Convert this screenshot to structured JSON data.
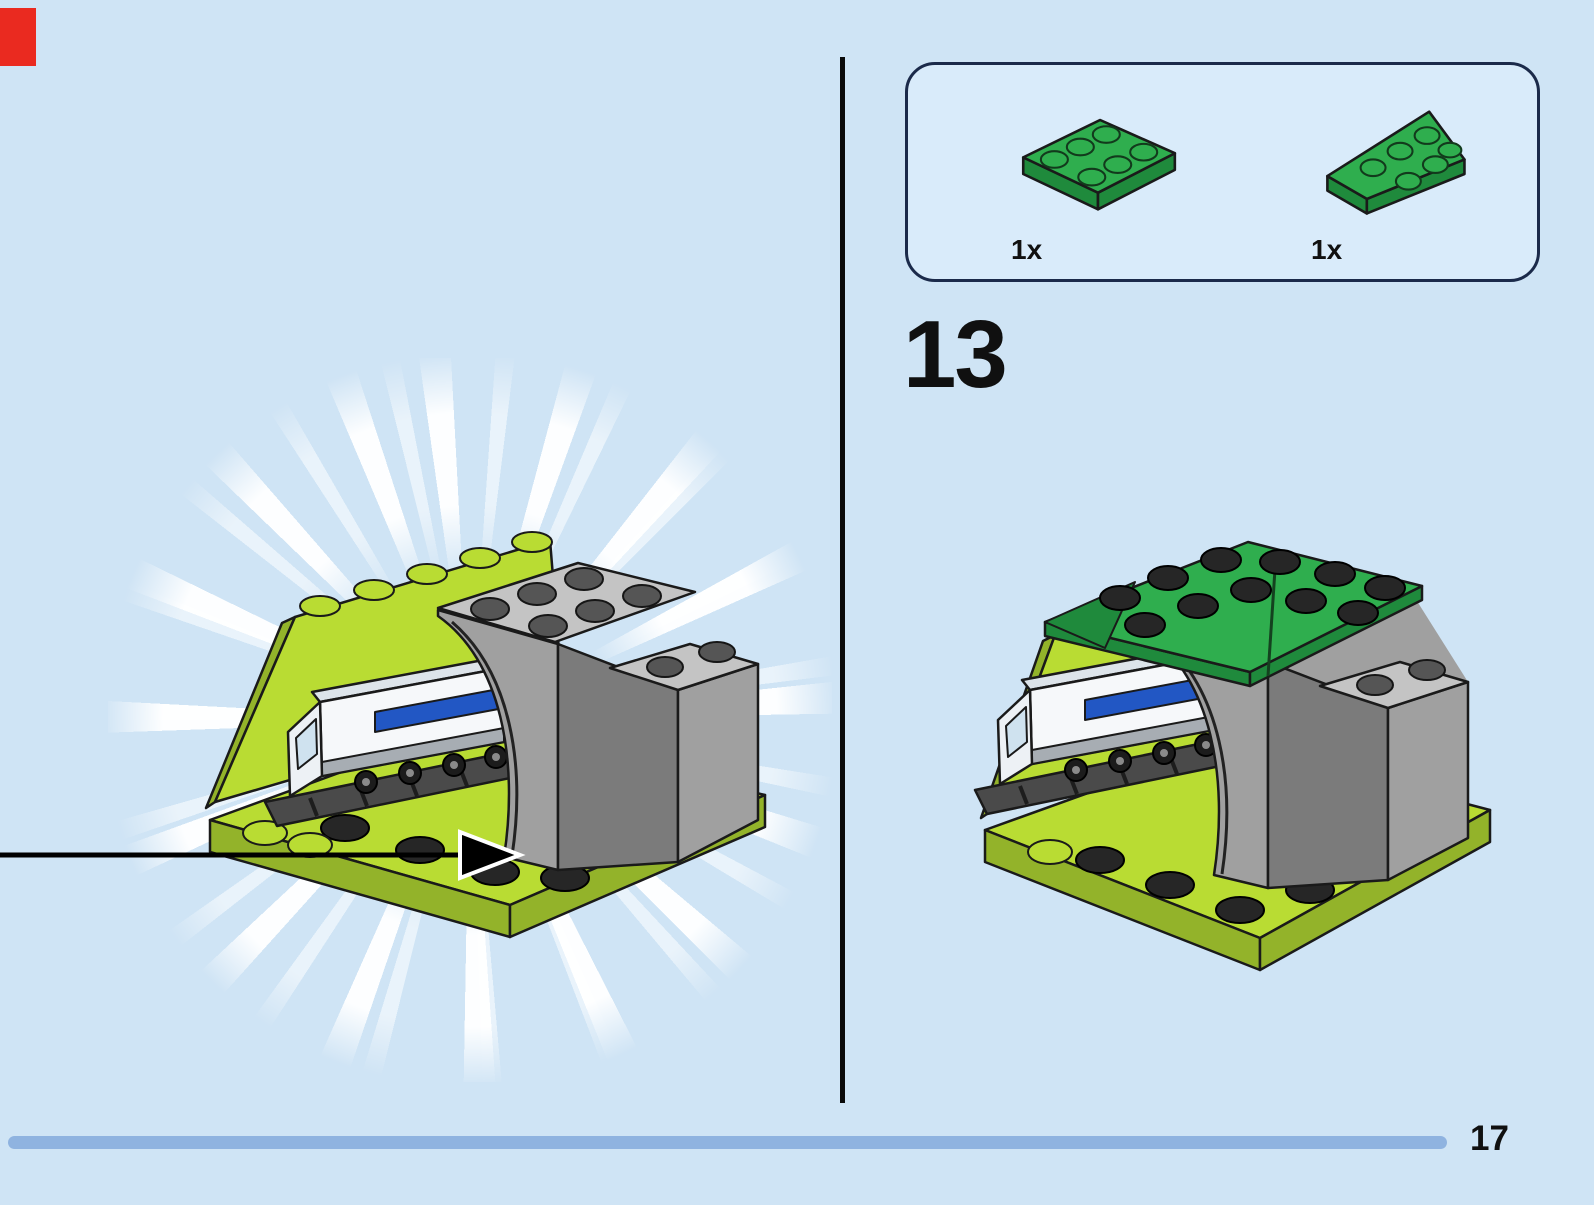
{
  "page": {
    "step_number": "13",
    "page_number": "17"
  },
  "parts_box": {
    "parts": [
      {
        "id": "plate-2x3-green",
        "count": "1x"
      },
      {
        "id": "wedge-plate-green",
        "count": "1x"
      }
    ]
  },
  "colors": {
    "background": "#cfe4f5",
    "box_fill": "#d9ebfa",
    "box_border": "#1b2a4a",
    "divider": "#0a0a0a",
    "bar": "#8fb3e0",
    "accent_red": "#ea2a20",
    "green": "#2fae4e",
    "green_dark": "#1f8a3c",
    "lime": "#b9dc33",
    "lime_dark": "#93b32a",
    "gray_light": "#c4c4c4",
    "gray": "#a0a0a0",
    "gray_dark": "#7b7b7b",
    "stud_dark": "#262626",
    "stud_gray": "#555555",
    "train_blue": "#2257c4",
    "ink": "#101010"
  }
}
